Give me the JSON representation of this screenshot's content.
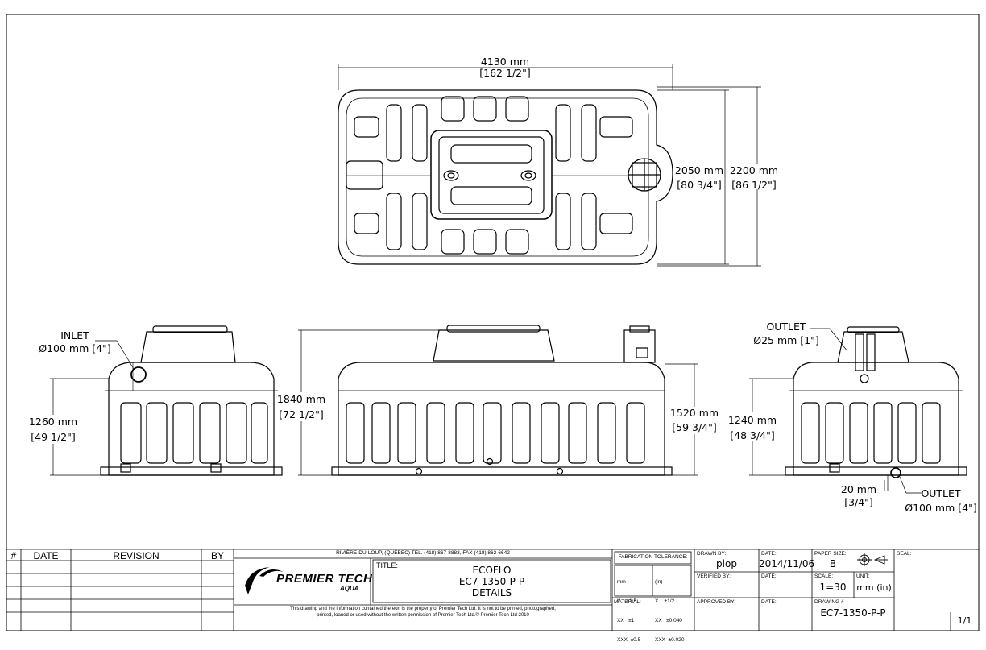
{
  "top_view": {
    "width_mm": "4130 mm",
    "width_in": "[162 1/2\"]",
    "h1_mm": "2050 mm",
    "h1_in": "[80 3/4\"]",
    "h2_mm": "2200 mm",
    "h2_in": "[86 1/2\"]"
  },
  "left_view": {
    "inlet_label": "INLET",
    "inlet_size": "Ø100 mm [4\"]",
    "height_mm": "1260 mm",
    "height_in": "[49 1/2\"]"
  },
  "front_view": {
    "overall_mm": "1840 mm",
    "overall_in": "[72 1/2\"]",
    "body_mm": "1520 mm",
    "body_in": "[59 3/4\"]"
  },
  "right_view": {
    "outlet_top_label": "OUTLET",
    "outlet_top_size": "Ø25 mm [1\"]",
    "height_mm": "1240 mm",
    "height_in": "[48 3/4\"]",
    "drop_mm": "20 mm",
    "drop_in": "[3/4\"]",
    "outlet_bottom_label": "OUTLET",
    "outlet_bottom_size": "Ø100 mm [4\"]"
  },
  "revision_table": {
    "headers": [
      "#",
      "DATE",
      "REVISION",
      "BY"
    ]
  },
  "company": {
    "address": "RIVIÈRE-DU-LOUP, (QUÉBEC) TEL. (418) 867-8883, FAX (418) 862-6642",
    "name": "PREMIER TECH",
    "sub": "AQUA",
    "notice_line1": "This drawing and the information contained thereon is the property of Premier Tech Ltd. It is not to be printed, photographed,",
    "notice_line2": "printed, loaned or used without the written permission of Premier Tech Ltd.© Premier Tech Ltd 2010"
  },
  "title_block": {
    "title_label": "TITLE:",
    "title_1": "ECOFLO",
    "title_2": "EC7-1350-P-P",
    "title_3": "DETAILS",
    "tolerance_header": "FABRICATION TOLERANCE:",
    "tol_mm_header": "mm",
    "tol_in_header": "(in)",
    "tol_mm": [
      "X    ±1.5",
      "XX   ±1",
      "XXX  ±0.5"
    ],
    "tol_in": [
      "X    ±1/2",
      "XX   ±0.040",
      "XXX  ±0.020"
    ],
    "material_label": "MATERIAL:",
    "drawn_by_label": "DRAWN BY:",
    "drawn_by": "plop",
    "verified_by_label": "VERIFIED BY:",
    "approved_by_label": "APPROVED BY:",
    "date_label": "DATE:",
    "date_value": "2014/11/06",
    "paper_size_label": "PAPER SIZE:",
    "paper_size": "B",
    "scale_label": "SCALE:",
    "scale": "1=30",
    "unit_label": "UNIT:",
    "unit": "mm (in)",
    "drawing_label": "DRAWING #",
    "drawing_number": "EC7-1350-P-P",
    "seal_label": "SEAL:",
    "sheet": "1/1"
  }
}
